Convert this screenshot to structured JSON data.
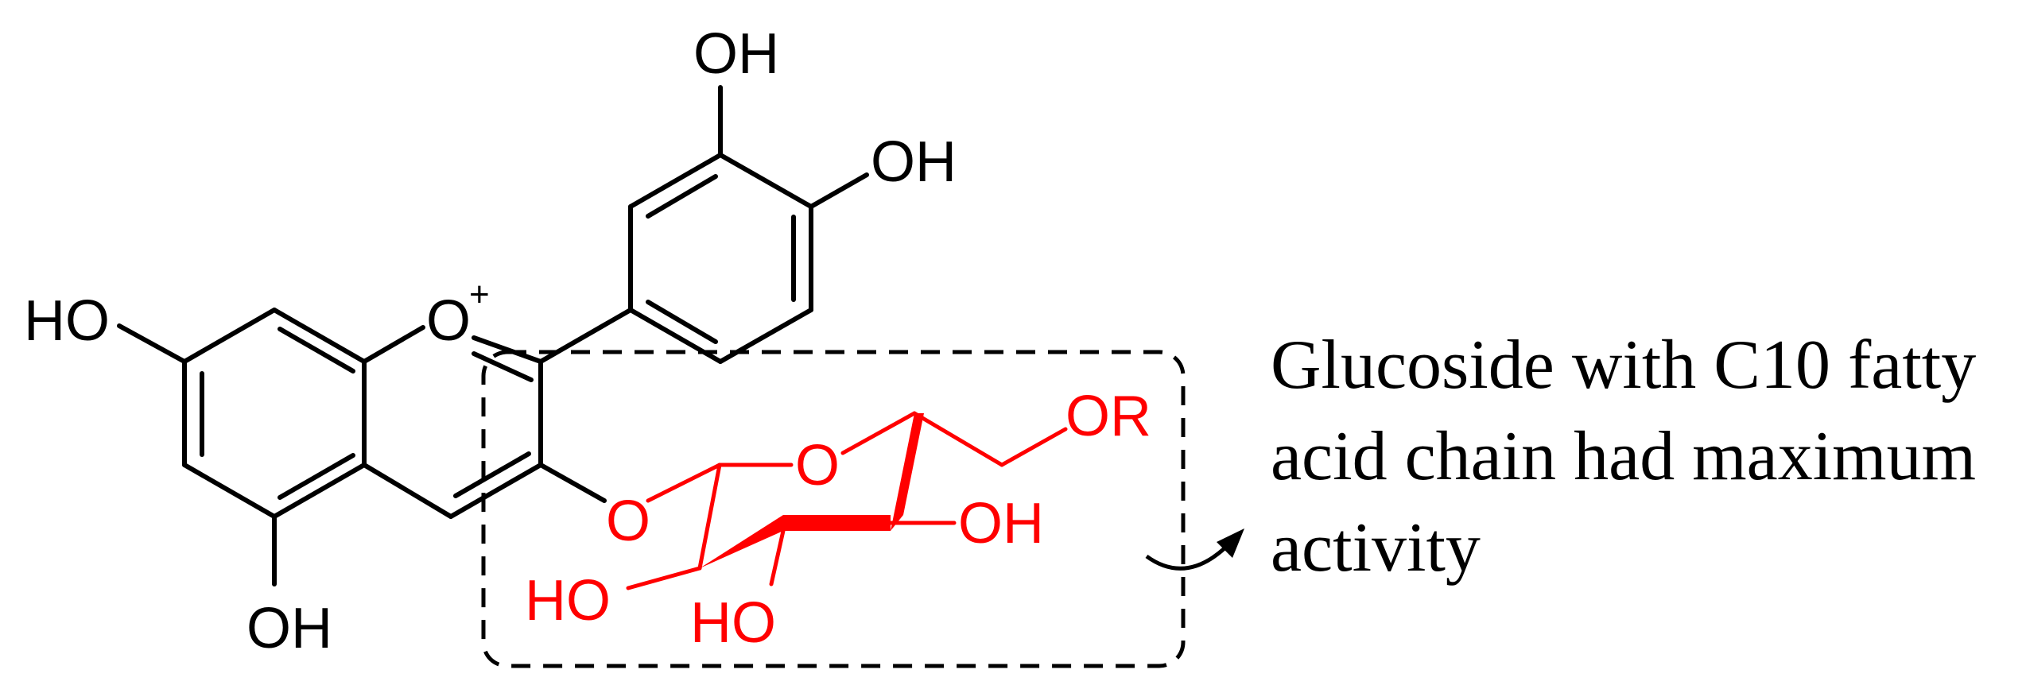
{
  "colors": {
    "ink": "#000000",
    "highlight": "#ff0000"
  },
  "labels": {
    "oh_top": "OH",
    "oh_right": "OH",
    "ho_left": "HO",
    "oh_bottom": "OH",
    "o_plus": "O",
    "plus_sign": "+",
    "glycosidic_o": "O",
    "ring_o": "O",
    "or_group": "OR",
    "sugar_oh": "OH",
    "sugar_ho_left": "HO",
    "sugar_ho_bottom": "HO"
  },
  "annotation": {
    "line1": "Glucoside with C10 fatty",
    "line2": "acid chain had maximum",
    "line3": "activity"
  }
}
